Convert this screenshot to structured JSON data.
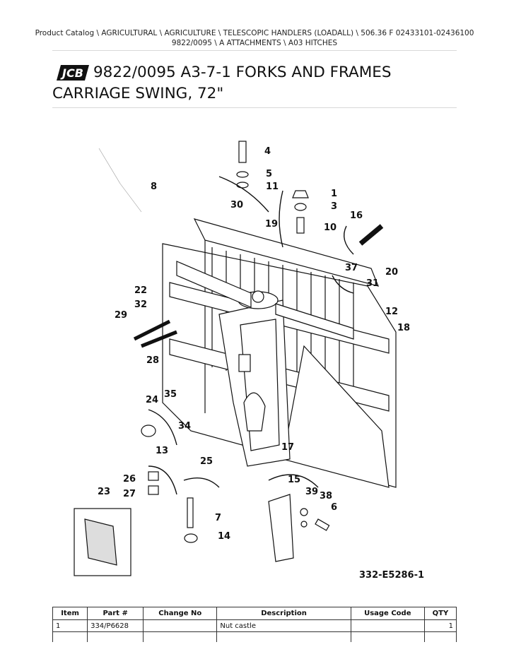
{
  "breadcrumb": {
    "line1": "Product Catalog  \\  AGRICULTURAL  \\  AGRICULTURE  \\  TELESCOPIC HANDLERS (LOADALL)  \\  506.36 F 02433101-02436100",
    "line2": "9822/0095  \\  A ATTACHMENTS  \\  A03 HITCHES"
  },
  "logo_text": "JCB",
  "page_title": "9822/0095 A3-7-1 FORKS AND FRAMES CARRIAGE SWING, 72\"",
  "diagram": {
    "reference": "332-E5286-1",
    "callouts": [
      "1",
      "3",
      "4",
      "5",
      "6",
      "7",
      "8",
      "10",
      "11",
      "12",
      "13",
      "14",
      "15",
      "16",
      "17",
      "18",
      "19",
      "20",
      "22",
      "23",
      "24",
      "25",
      "26",
      "27",
      "28",
      "29",
      "30",
      "31",
      "32",
      "34",
      "35",
      "37",
      "38",
      "39"
    ]
  },
  "table": {
    "headers": [
      "Item",
      "Part #",
      "Change No",
      "Description",
      "Usage Code",
      "QTY"
    ],
    "rows": [
      {
        "item": "1",
        "part": "334/P6628",
        "change": "",
        "description": "Nut castle",
        "usage": "",
        "qty": "1"
      },
      {
        "item": "",
        "part": "",
        "change": "",
        "description": "",
        "usage": "",
        "qty": ""
      }
    ]
  }
}
